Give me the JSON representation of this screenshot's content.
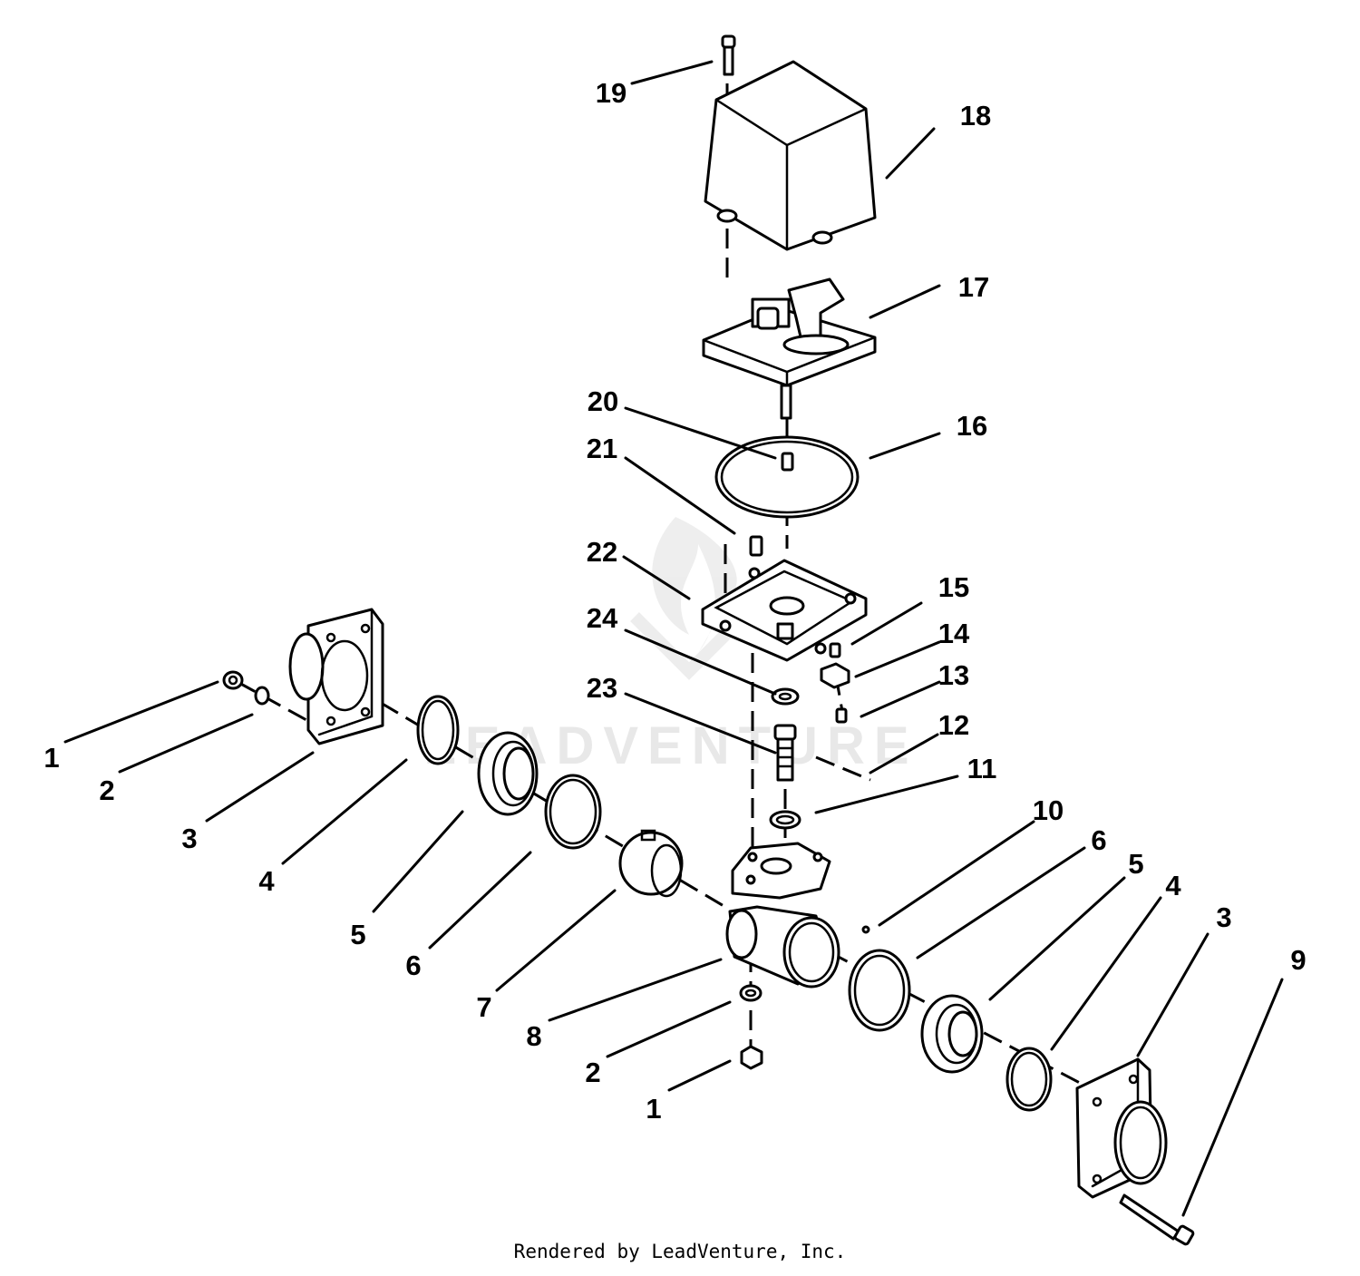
{
  "watermark": {
    "text": "LEADVENTURE"
  },
  "footer": {
    "credit": "Rendered by LeadVenture, Inc."
  },
  "callouts": [
    {
      "id": "c19",
      "label": "19"
    },
    {
      "id": "c18",
      "label": "18"
    },
    {
      "id": "c17",
      "label": "17"
    },
    {
      "id": "c20",
      "label": "20"
    },
    {
      "id": "c16",
      "label": "16"
    },
    {
      "id": "c21",
      "label": "21"
    },
    {
      "id": "c22",
      "label": "22"
    },
    {
      "id": "c15",
      "label": "15"
    },
    {
      "id": "c24",
      "label": "24"
    },
    {
      "id": "c14",
      "label": "14"
    },
    {
      "id": "c13",
      "label": "13"
    },
    {
      "id": "c23",
      "label": "23"
    },
    {
      "id": "c12",
      "label": "12"
    },
    {
      "id": "c11",
      "label": "11"
    },
    {
      "id": "c10",
      "label": "10"
    },
    {
      "id": "c1a",
      "label": "1"
    },
    {
      "id": "c2a",
      "label": "2"
    },
    {
      "id": "c3a",
      "label": "3"
    },
    {
      "id": "c4a",
      "label": "4"
    },
    {
      "id": "c5a",
      "label": "5"
    },
    {
      "id": "c6a",
      "label": "6"
    },
    {
      "id": "c7",
      "label": "7"
    },
    {
      "id": "c8",
      "label": "8"
    },
    {
      "id": "c2b",
      "label": "2"
    },
    {
      "id": "c1b",
      "label": "1"
    },
    {
      "id": "c6b",
      "label": "6"
    },
    {
      "id": "c5b",
      "label": "5"
    },
    {
      "id": "c4b",
      "label": "4"
    },
    {
      "id": "c3b",
      "label": "3"
    },
    {
      "id": "c9",
      "label": "9"
    }
  ]
}
